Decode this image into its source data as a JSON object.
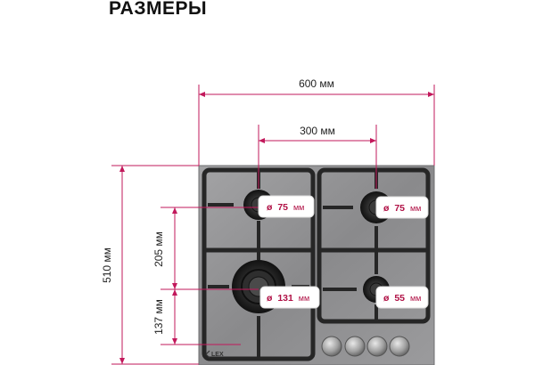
{
  "page": {
    "title": "РАЗМЕРЫ"
  },
  "dimensions": {
    "width_total": "600 мм",
    "burner_spacing": "300 мм",
    "depth_total": "510 мм",
    "upper_offset": "205 мм",
    "lower_offset": "137 мм"
  },
  "burners": [
    {
      "id": "top-left",
      "symbol": "ø",
      "value": "75",
      "unit": "мм"
    },
    {
      "id": "top-right",
      "symbol": "ø",
      "value": "75",
      "unit": "мм"
    },
    {
      "id": "bottom-left",
      "symbol": "ø",
      "value": "131",
      "unit": "мм"
    },
    {
      "id": "bottom-right",
      "symbol": "ø",
      "value": "55",
      "unit": "мм"
    }
  ],
  "brand": {
    "logo_text": "LEX"
  },
  "colors": {
    "accent": "#c2185b",
    "panel": "#8d8d8f",
    "grate": "#2a2a2a"
  }
}
